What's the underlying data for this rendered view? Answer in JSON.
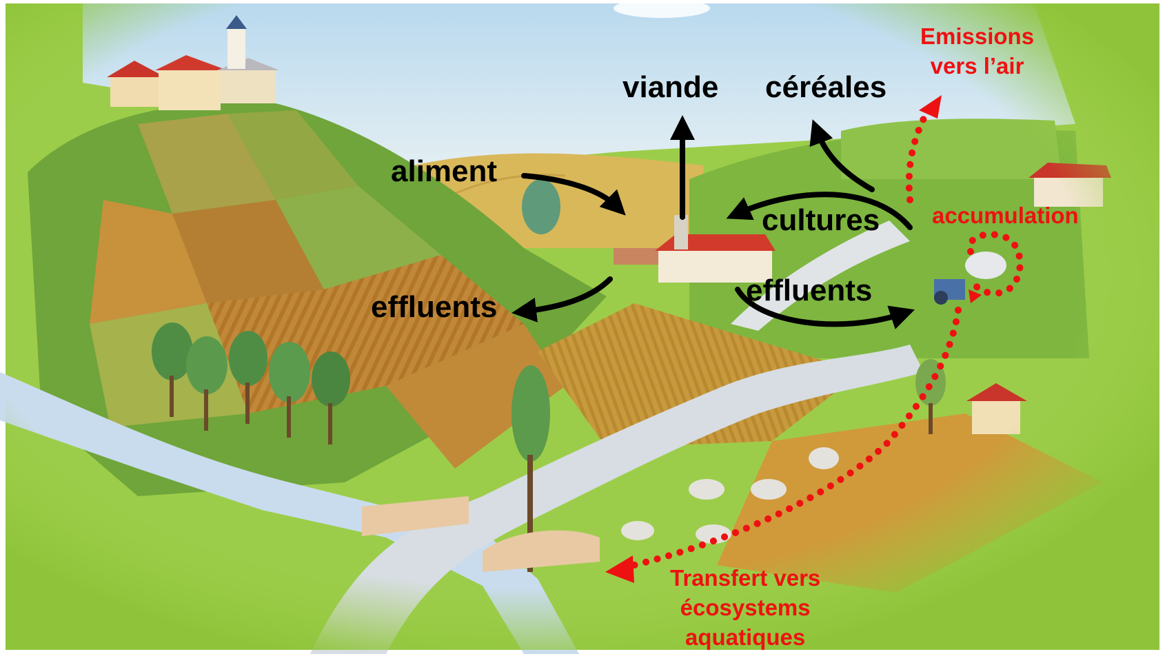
{
  "labels": {
    "viande": "viande",
    "cereales": "céréales",
    "aliment": "aliment",
    "cultures": "cultures",
    "effluents_left": "effluents",
    "effluents_right": "effluents"
  },
  "red_labels": {
    "emissions": [
      "Emissions",
      "vers l’air"
    ],
    "accumulation": "accumulation",
    "transfert": [
      "Transfert vers",
      "écosystems",
      "aquatiques"
    ]
  },
  "colors": {
    "flow_arrow": "#000000",
    "pollutant_path": "#ee1111",
    "sky": "#cfe6f4",
    "grass": "#8cc43f"
  }
}
